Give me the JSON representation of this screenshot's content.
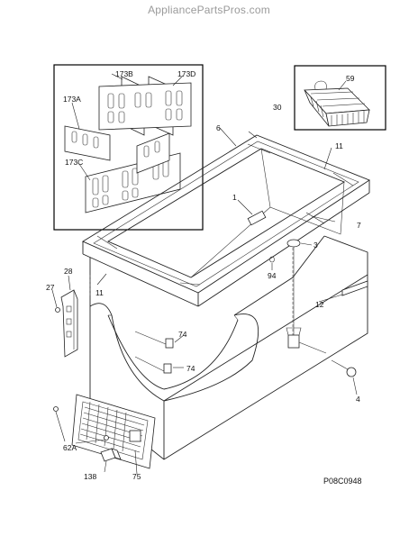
{
  "header": {
    "watermark": "AppliancePartsPros.com"
  },
  "diagram": {
    "code": "P08C0948",
    "callouts": {
      "c173B": "173B",
      "c173D": "173D",
      "c173A": "173A",
      "c173C": "173C",
      "c59": "59",
      "c30": "30",
      "c6": "6",
      "c11a": "11",
      "c1": "1",
      "c7": "7",
      "c3": "3",
      "c94": "94",
      "c28": "28",
      "c27": "27",
      "c11b": "11",
      "c12": "12",
      "c74a": "74",
      "c74b": "74",
      "c4": "4",
      "c62A": "62A",
      "c138": "138",
      "c75": "75"
    }
  }
}
